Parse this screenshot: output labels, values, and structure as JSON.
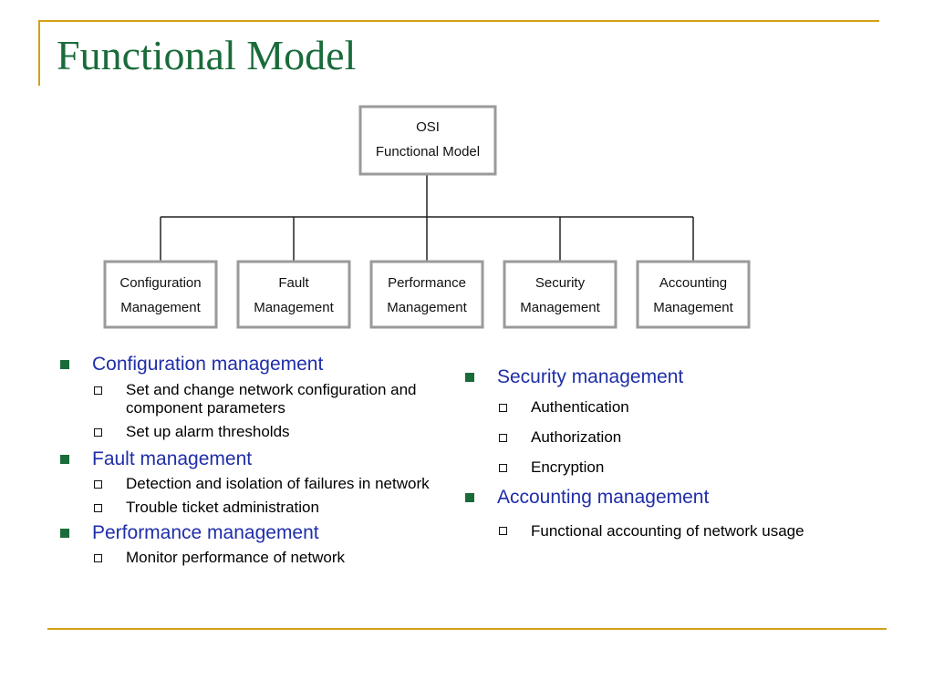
{
  "title": "Functional Model",
  "diagram": {
    "root": {
      "line1": "OSI",
      "line2": "Functional Model"
    },
    "children": [
      {
        "line1": "Configuration",
        "line2": "Management"
      },
      {
        "line1": "Fault",
        "line2": "Management"
      },
      {
        "line1": "Performance",
        "line2": "Management"
      },
      {
        "line1": "Security",
        "line2": "Management"
      },
      {
        "line1": "Accounting",
        "line2": "Management"
      }
    ]
  },
  "left_list": [
    {
      "heading": "Configuration management",
      "items": [
        "Set and change network configuration and component parameters",
        "Set up alarm thresholds"
      ]
    },
    {
      "heading": "Fault management",
      "items": [
        " Detection and isolation of failures in network",
        " Trouble ticket administration"
      ]
    },
    {
      "heading": "Performance management",
      "items": [
        " Monitor performance of network"
      ]
    }
  ],
  "right_list": [
    {
      "heading": "Security management",
      "items": [
        " Authentication",
        " Authorization",
        " Encryption"
      ]
    },
    {
      "heading": "Accounting management",
      "items": [
        " Functional accounting of network usage"
      ]
    }
  ],
  "colors": {
    "title": "#1a6b3a",
    "heading": "#1f2ea8",
    "accent": "#d4a017",
    "bullet": "#1a6b3a"
  }
}
